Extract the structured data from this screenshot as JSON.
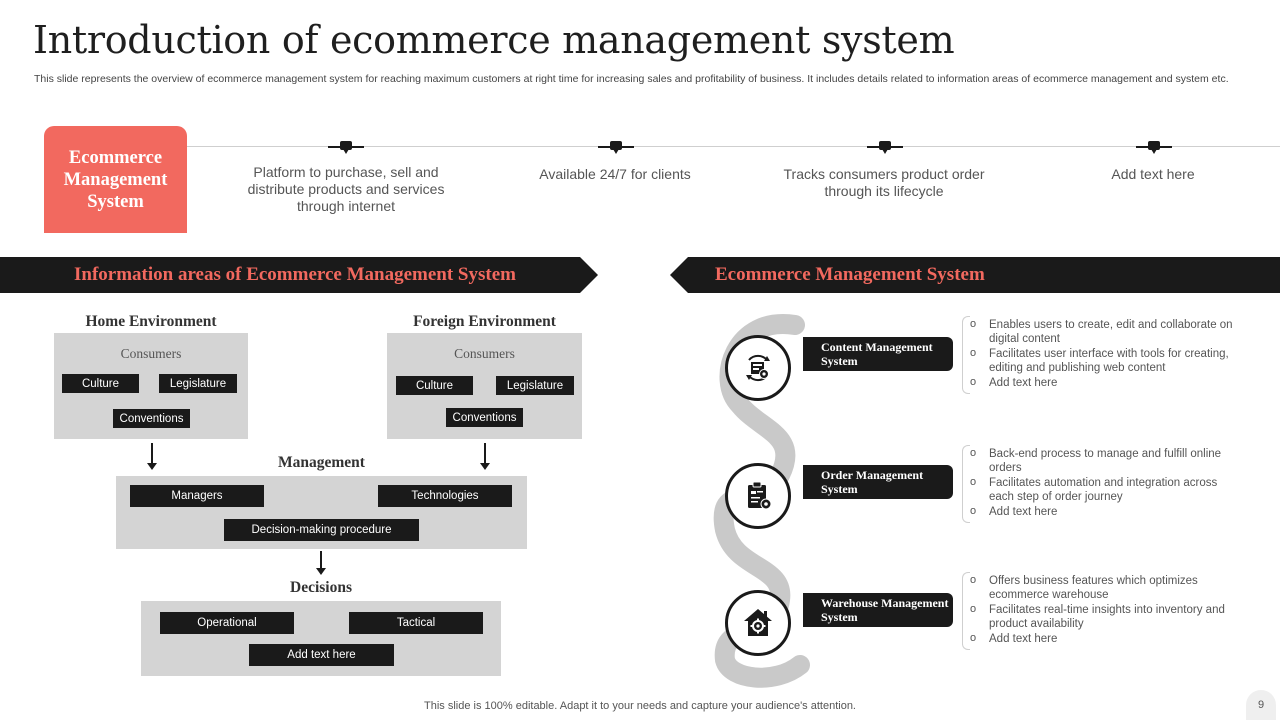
{
  "header": {
    "title": "Introduction of ecommerce management system",
    "subtitle": "This slide represents the overview of ecommerce management system for reaching maximum customers at right time for increasing sales and profitability of business. It includes details related to information areas of ecommerce management and system etc."
  },
  "intro": {
    "box_label": "Ecommerce Management System",
    "points": [
      "Platform to purchase, sell and distribute products and services through internet",
      "Available 24/7 for clients",
      "Tracks consumers product order through its lifecycle",
      "Add text here"
    ]
  },
  "left_section": {
    "banner": "Information areas of Ecommerce Management System",
    "home": {
      "title": "Home Environment",
      "group": "Consumers",
      "chips": [
        "Culture",
        "Legislature",
        "Conventions"
      ]
    },
    "foreign": {
      "title": "Foreign Environment",
      "group": "Consumers",
      "chips": [
        "Culture",
        "Legislature",
        "Conventions"
      ]
    },
    "management": {
      "title": "Management",
      "chips": [
        "Managers",
        "Technologies",
        "Decision-making procedure"
      ]
    },
    "decisions": {
      "title": "Decisions",
      "chips": [
        "Operational",
        "Tactical",
        "Add text here"
      ]
    }
  },
  "right_section": {
    "banner": "Ecommerce Management System",
    "systems": [
      {
        "label": "Content Management System",
        "icon": "content-management-icon",
        "bullets": [
          "Enables users to create, edit and collaborate on digital content",
          "Facilitates user interface with tools for creating, editing and publishing web content",
          "Add text here"
        ]
      },
      {
        "label": "Order Management System",
        "icon": "order-clipboard-icon",
        "bullets": [
          "Back-end process to manage and fulfill online orders",
          "Facilitates automation and integration across each step of order journey",
          "Add text here"
        ]
      },
      {
        "label": "Warehouse Management System",
        "icon": "warehouse-gear-icon",
        "bullets": [
          "Offers business features which optimizes ecommerce warehouse",
          "Facilitates real-time insights into inventory and product availability",
          "Add text here"
        ]
      }
    ]
  },
  "footer": {
    "note": "This slide is 100% editable. Adapt it to your needs and capture your audience's attention.",
    "page": "9"
  },
  "colors": {
    "accent": "#f2695f",
    "dark": "#1a1a1a",
    "panel": "#d4d4d4"
  }
}
